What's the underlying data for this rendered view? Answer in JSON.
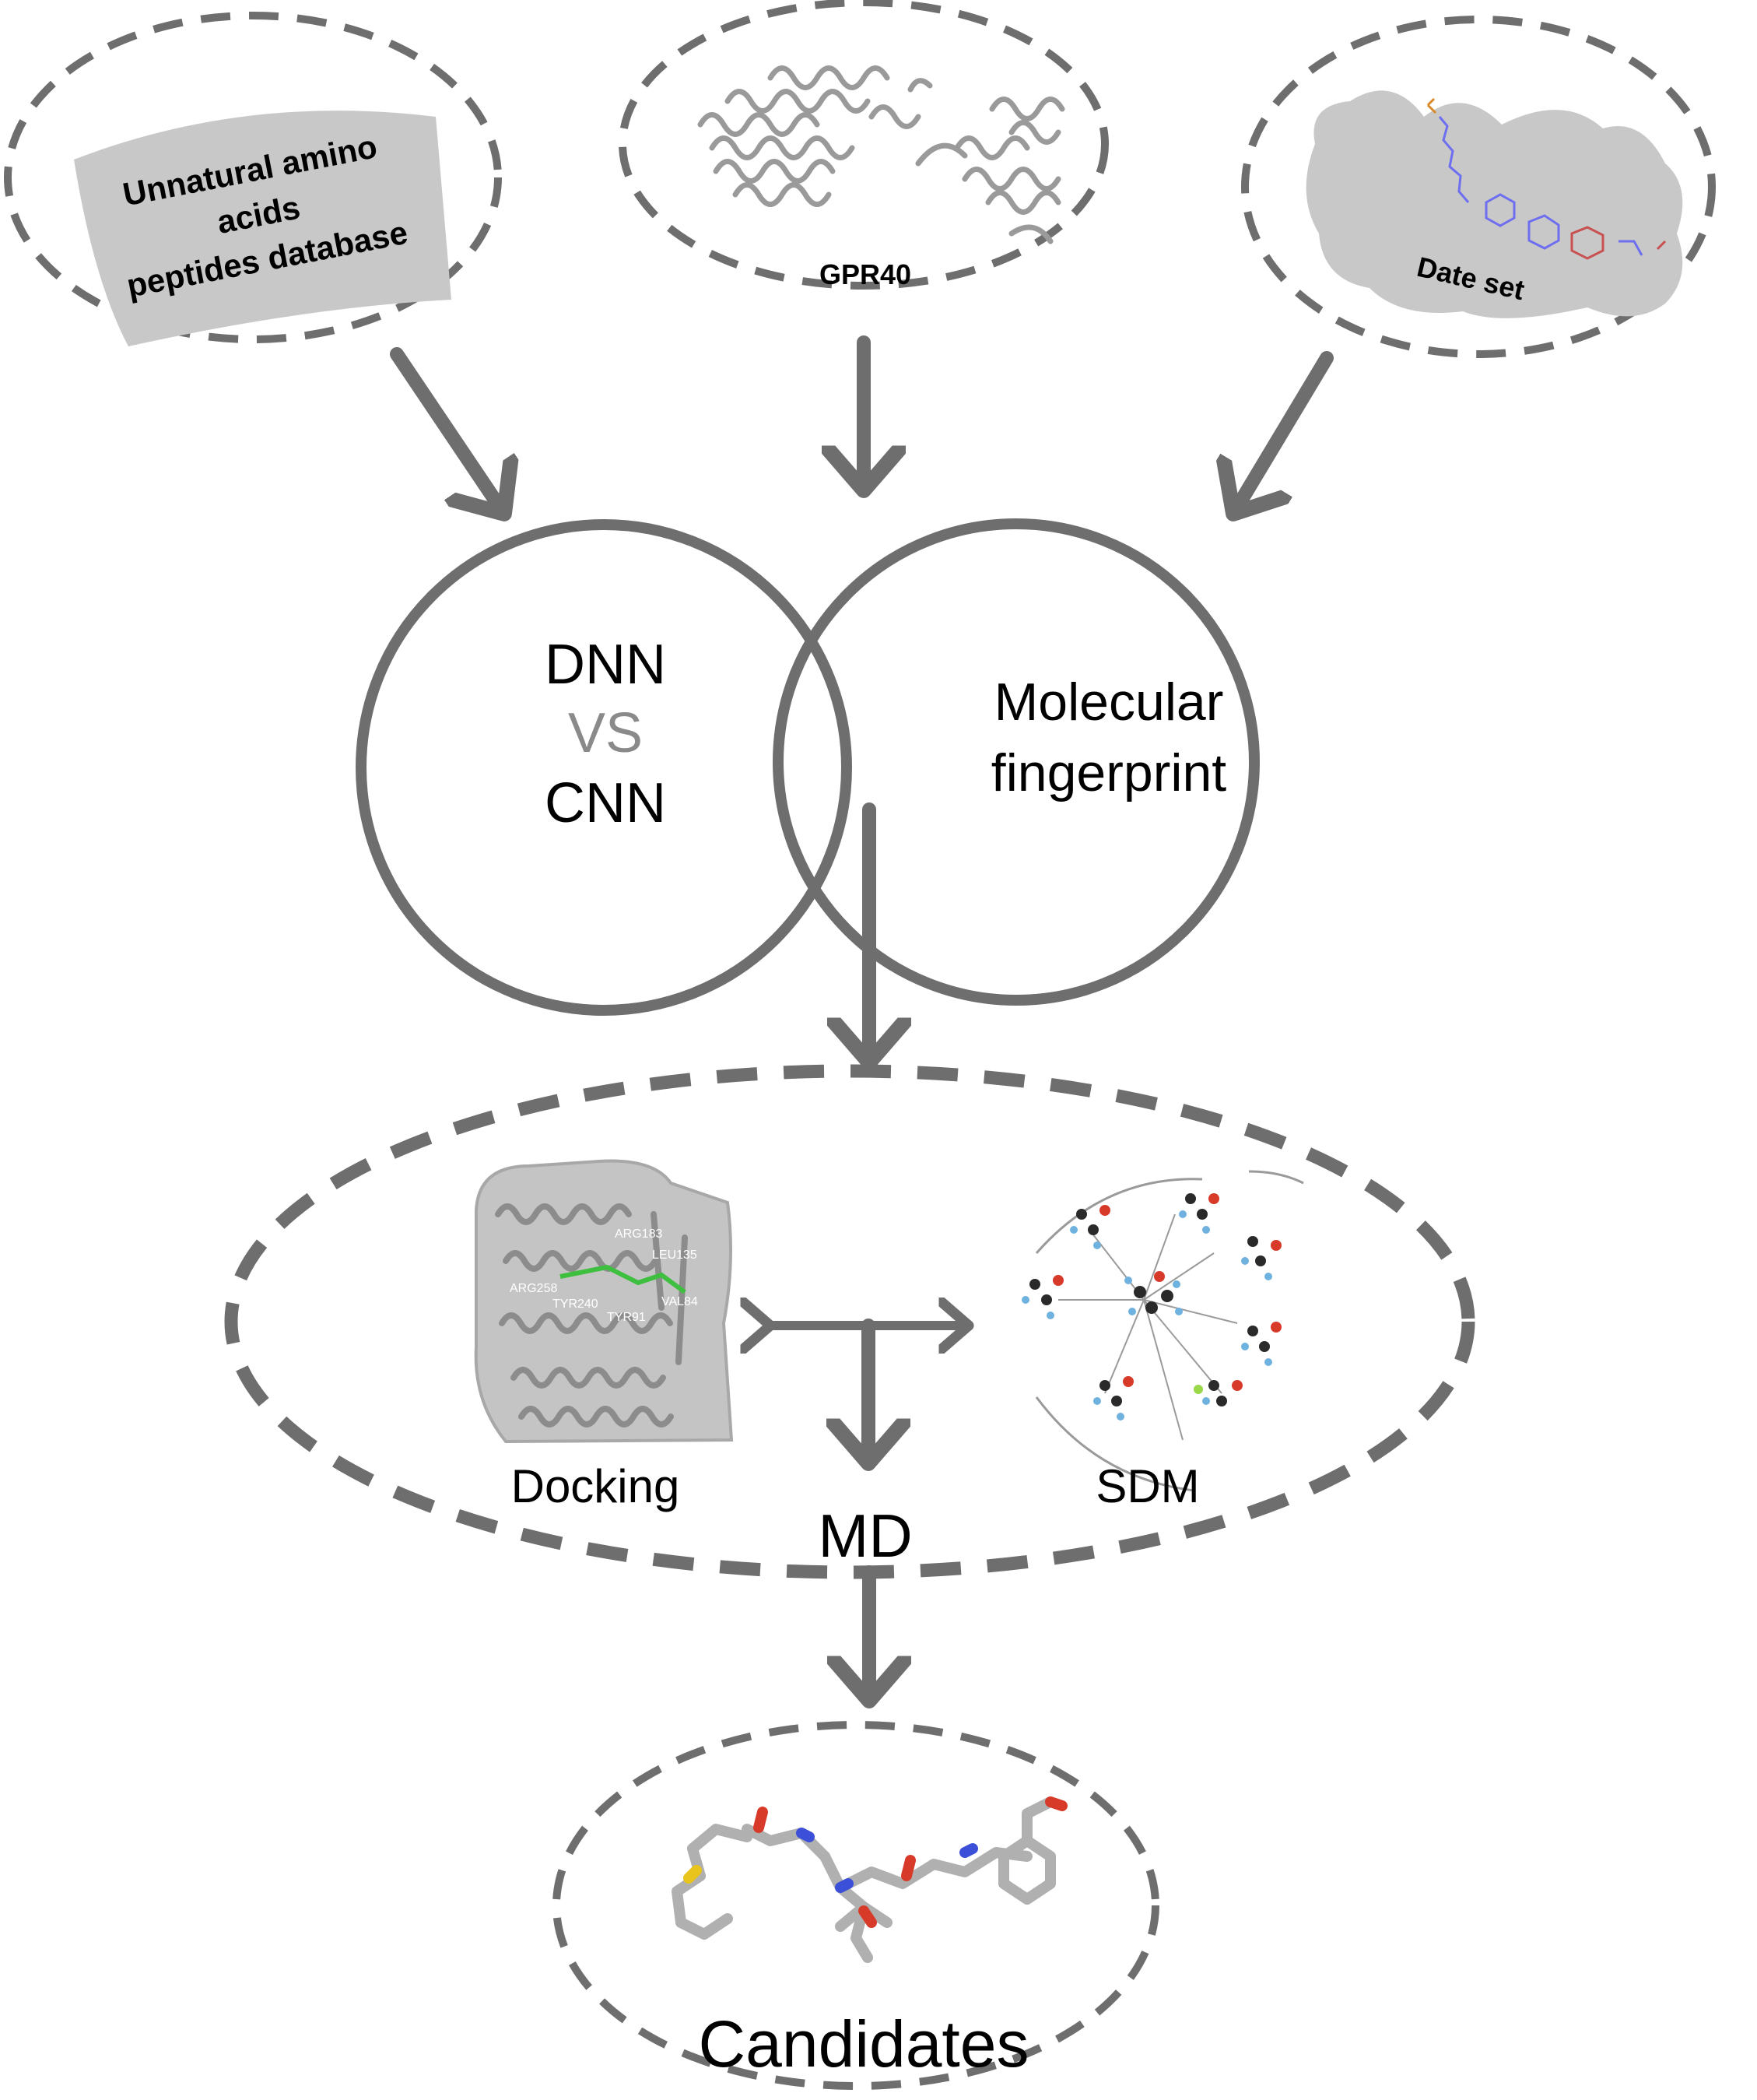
{
  "inputs": {
    "database": {
      "line1": "Unnatural amino",
      "line2": "acids",
      "line3": "peptides database"
    },
    "gpr40": {
      "label": "GPR40"
    },
    "dataset": {
      "label": "Date set"
    }
  },
  "venn": {
    "left": {
      "line1": "DNN",
      "line2": "VS",
      "line3": "CNN"
    },
    "right": {
      "line1": "Molecular",
      "line2": "fingerprint"
    }
  },
  "validation": {
    "docking": {
      "label": "Docking",
      "residues": [
        "ARG183",
        "LEU135",
        "ARG258",
        "TYR240",
        "TYR91",
        "VAL84"
      ]
    },
    "md": {
      "label": "MD"
    },
    "sdm": {
      "label": "SDM"
    }
  },
  "output": {
    "label": "Candidates"
  },
  "colors": {
    "stroke": "#6e6e6e",
    "fill": "#c8c8c8",
    "vs": "#8a8a8a",
    "carbon": "#2a2a2a",
    "hydrogen": "#6fb2e0",
    "oxygen": "#d83a2a",
    "nitrogen": "#3b4fd8",
    "sulfur": "#e8c41c",
    "highlight": "#3fbf3f"
  }
}
